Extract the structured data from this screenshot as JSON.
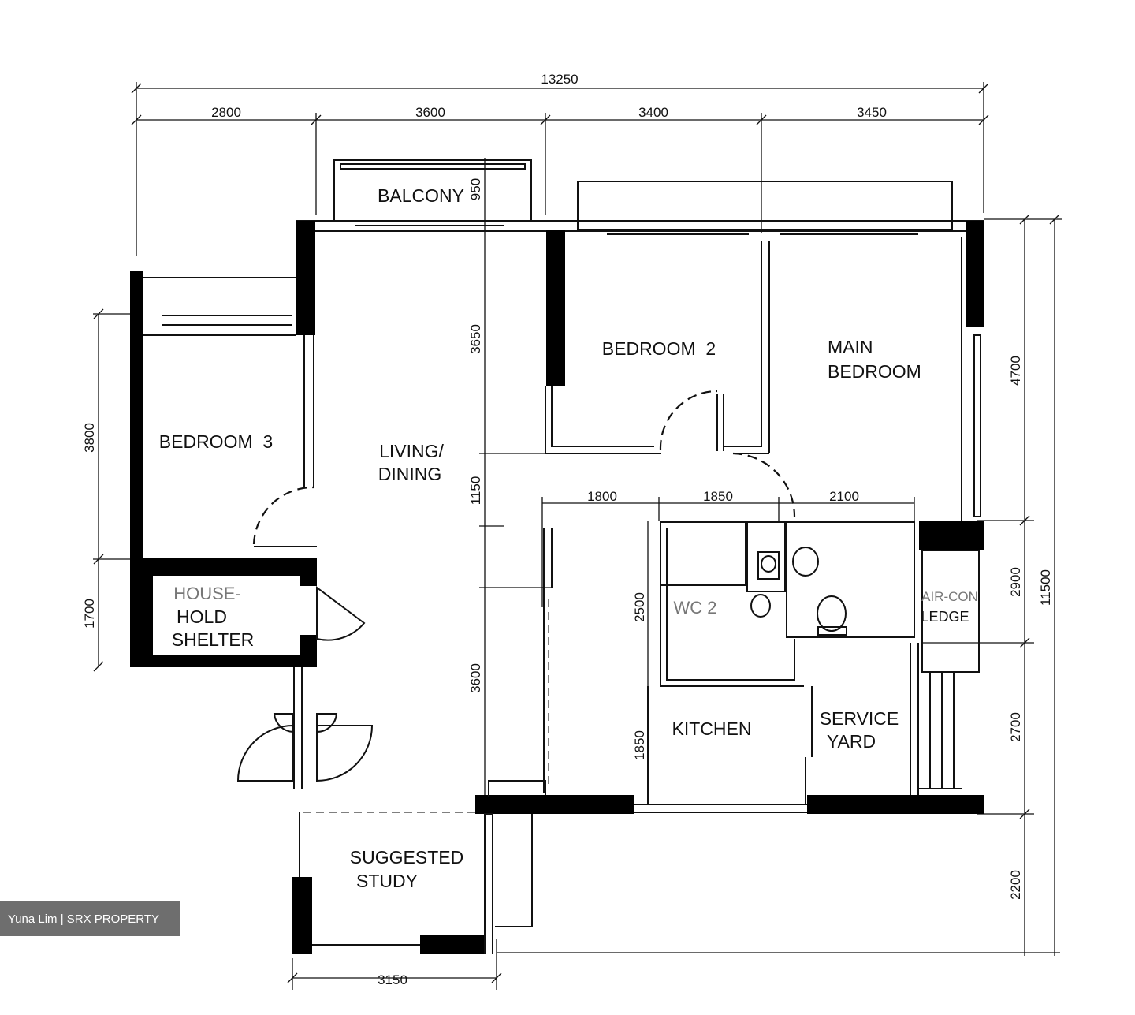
{
  "dimensions": {
    "total_width": "13250",
    "top_segments": [
      "2800",
      "3600",
      "3400",
      "3450"
    ],
    "right_overall": "11500",
    "right_segments": [
      "4700",
      "2700",
      "2200"
    ],
    "right_inner": "2900",
    "left_segments": [
      "3800",
      "1700"
    ],
    "center_vertical": [
      "950",
      "3650",
      "1150",
      "3600"
    ],
    "middle_horizontal": [
      "1800",
      "1850",
      "2100"
    ],
    "bath_heights": [
      "2500",
      "1850"
    ],
    "bottom": "3150"
  },
  "rooms": {
    "balcony": "BALCONY",
    "bedroom2": "BEDROOM  2",
    "main_bedroom_line1": "MAIN",
    "main_bedroom_line2": "BEDROOM",
    "bedroom3": "BEDROOM  3",
    "living_line1": "LIVING/",
    "living_line2": "DINING",
    "shelter_line1": "HOUSE-",
    "shelter_line2": "HOLD",
    "shelter_line3": "SHELTER",
    "kitchen": "KITCHEN",
    "service_line1": "SERVICE",
    "service_line2": "YARD",
    "ledge": "LEDGE",
    "aircon": "AIR-CON",
    "study_line1": "SUGGESTED",
    "study_line2": "STUDY",
    "bath2": "WC 2"
  },
  "watermark": "Yuna Lim | SRX PROPERTY"
}
